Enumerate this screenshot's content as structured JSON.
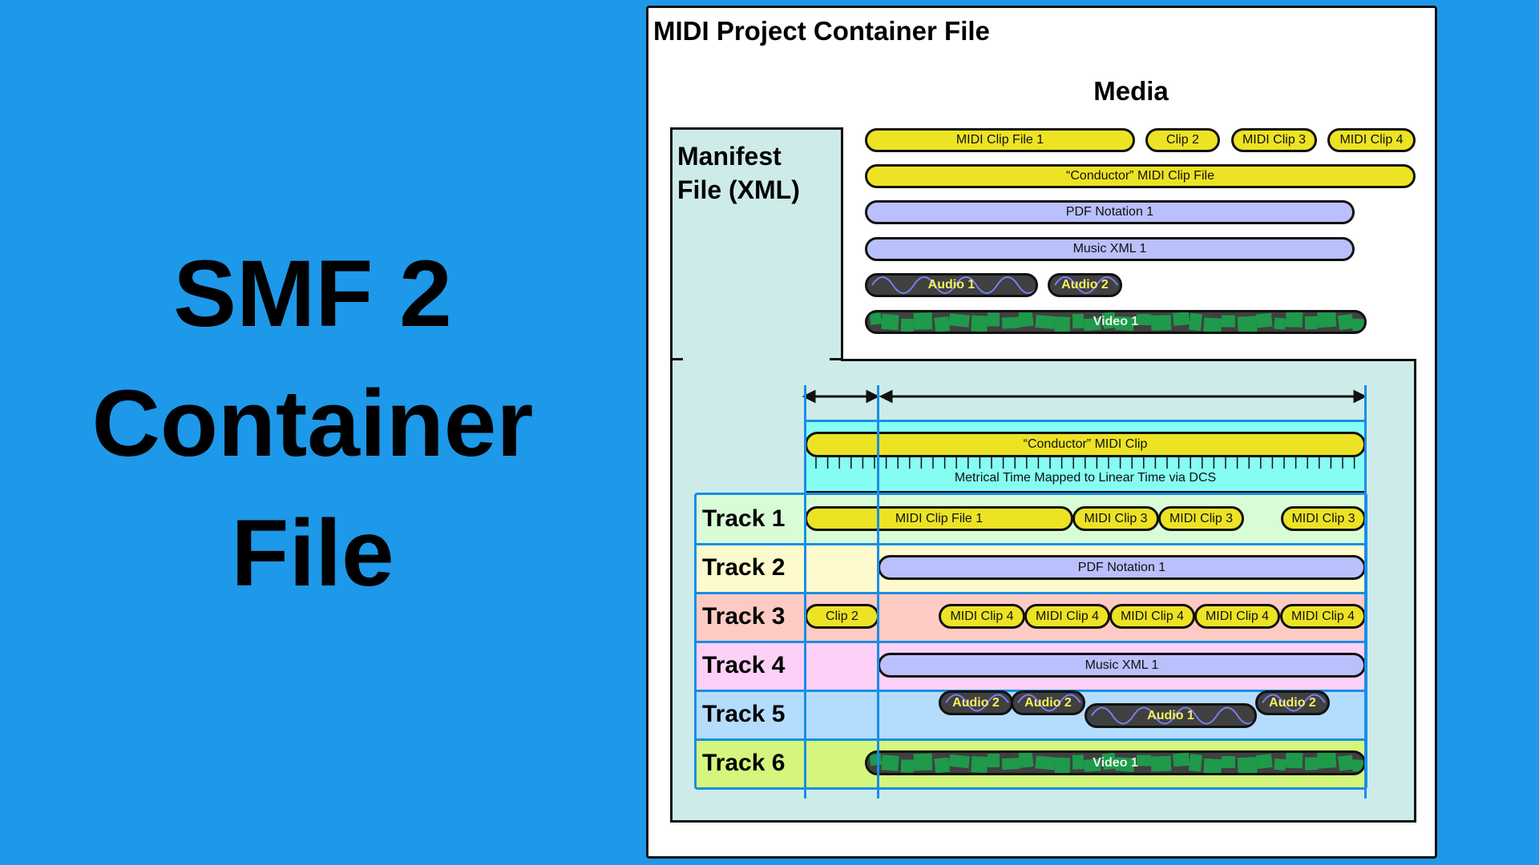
{
  "slide_title": {
    "lines": [
      "SMF 2",
      "Container",
      "File"
    ]
  },
  "diagram": {
    "title": "MIDI Project Container File",
    "media_heading": "Media",
    "manifest_label": [
      "Manifest",
      "File (XML)"
    ],
    "colors": {
      "background": "#1e98e8",
      "midi_clip": "#ece325",
      "notation": "#b9c0fb",
      "audio_video": "#404040",
      "grid_line": "#1a8de6",
      "conductor_band": "#86fdf2",
      "container_fill": "#cdebe9"
    },
    "media": {
      "rows": [
        [
          {
            "label": "MIDI Clip File 1",
            "kind": "midi"
          },
          {
            "label": "Clip 2",
            "kind": "midi"
          },
          {
            "label": "MIDI Clip 3",
            "kind": "midi"
          },
          {
            "label": "MIDI Clip 4",
            "kind": "midi"
          }
        ],
        [
          {
            "label": "“Conductor” MIDI Clip File",
            "kind": "midi"
          }
        ],
        [
          {
            "label": "PDF Notation 1",
            "kind": "notation"
          }
        ],
        [
          {
            "label": "Music XML 1",
            "kind": "notation"
          }
        ],
        [
          {
            "label": "Audio 1",
            "kind": "audio"
          },
          {
            "label": "Audio 2",
            "kind": "audio"
          }
        ],
        [
          {
            "label": "Video 1",
            "kind": "video"
          }
        ]
      ]
    },
    "timeline": {
      "conductor_clip": "“Conductor” MIDI Clip",
      "ruler_label": "Metrical Time Mapped to Linear Time via DCS",
      "tracks": [
        {
          "label": "Track 1",
          "color": "#d8fcd6",
          "clips": [
            {
              "label": "MIDI Clip File 1",
              "kind": "midi"
            },
            {
              "label": "MIDI Clip 3",
              "kind": "midi"
            },
            {
              "label": "MIDI Clip 3",
              "kind": "midi"
            },
            {
              "label": "MIDI Clip 3",
              "kind": "midi"
            }
          ]
        },
        {
          "label": "Track 2",
          "color": "#fefacd",
          "clips": [
            {
              "label": "PDF Notation 1",
              "kind": "notation"
            }
          ]
        },
        {
          "label": "Track 3",
          "color": "#fdcbc3",
          "clips": [
            {
              "label": "Clip 2",
              "kind": "midi"
            },
            {
              "label": "MIDI Clip 4",
              "kind": "midi"
            },
            {
              "label": "MIDI Clip 4",
              "kind": "midi"
            },
            {
              "label": "MIDI Clip 4",
              "kind": "midi"
            },
            {
              "label": "MIDI Clip 4",
              "kind": "midi"
            },
            {
              "label": "MIDI Clip 4",
              "kind": "midi"
            }
          ]
        },
        {
          "label": "Track 4",
          "color": "#fdd1f7",
          "clips": [
            {
              "label": "Music XML 1",
              "kind": "notation"
            }
          ]
        },
        {
          "label": "Track 5",
          "color": "#b4dcfc",
          "clips": [
            {
              "label": "Audio 2",
              "kind": "audio"
            },
            {
              "label": "Audio 2",
              "kind": "audio"
            },
            {
              "label": "Audio 1",
              "kind": "audio"
            },
            {
              "label": "Audio 2",
              "kind": "audio"
            }
          ]
        },
        {
          "label": "Track 6",
          "color": "#d4f67c",
          "clips": [
            {
              "label": "Video 1",
              "kind": "video"
            }
          ]
        }
      ]
    }
  }
}
